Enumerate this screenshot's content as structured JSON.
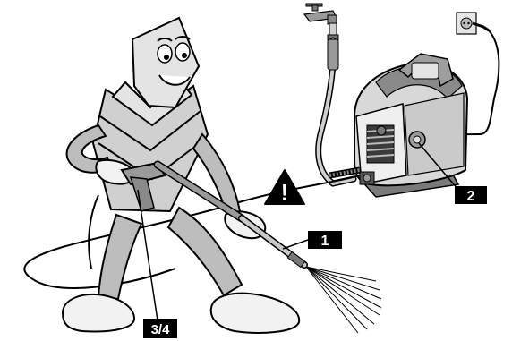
{
  "callouts": {
    "lance": "1",
    "switch": "2",
    "trigger": "3/4"
  },
  "warning": {
    "symbol": "!"
  },
  "colors": {
    "ink": "#000000",
    "body_light": "#e4e4e4",
    "body_mid": "#bdbdbd",
    "body_dark": "#8a8a8a",
    "shadow": "#6b6b6b",
    "label_bg": "#000000",
    "label_text": "#ffffff"
  },
  "icons": [
    "water-tap-icon",
    "wall-socket-icon",
    "warning-triangle-icon"
  ]
}
